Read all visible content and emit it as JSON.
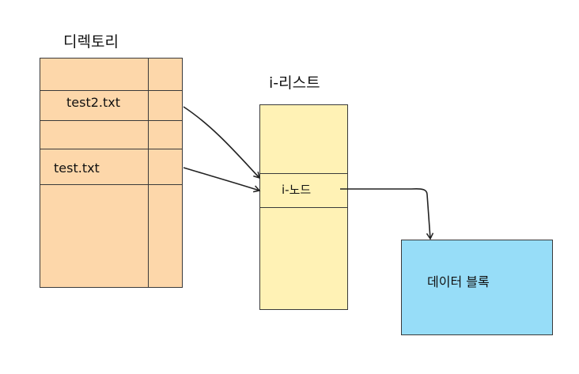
{
  "colors": {
    "directory_fill": "#FDD7AA",
    "ilist_fill": "#FFF2B5",
    "data_block_fill": "#97DDF8",
    "stroke": "#3a3a3a"
  },
  "directory": {
    "title": "디렉토리",
    "entries": [
      "",
      "test2.txt",
      "",
      "test.txt",
      ""
    ]
  },
  "ilist": {
    "title": "i-리스트",
    "node_label": "i-노드"
  },
  "data_block": {
    "label": "데이터 블록"
  },
  "connections": [
    {
      "from": "directory.entries.1",
      "to": "ilist.node"
    },
    {
      "from": "directory.entries.3",
      "to": "ilist.node"
    },
    {
      "from": "ilist.node",
      "to": "data_block"
    }
  ]
}
